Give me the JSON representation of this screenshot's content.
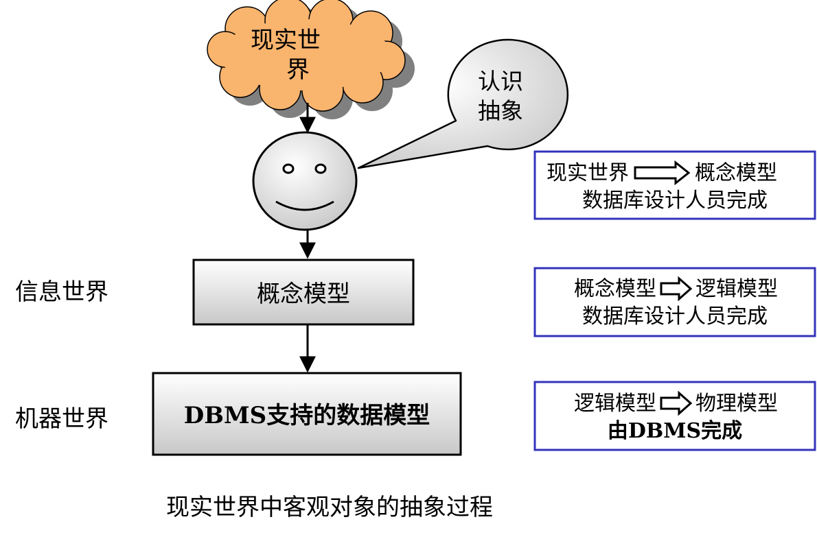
{
  "cloud": {
    "line1": "现实世",
    "line2": "界"
  },
  "bubble": {
    "line1": "认识",
    "line2": "抽象"
  },
  "boxes": {
    "concept": "概念模型",
    "dbms": "DBMS支持的数据模型"
  },
  "side_labels": {
    "info_world": "信息世界",
    "machine_world": "机器世界"
  },
  "notes": [
    {
      "from": "现实世界",
      "to": "概念模型",
      "line2": "数据库设计人员完成"
    },
    {
      "from": "概念模型",
      "to": "逻辑模型",
      "line2": "数据库设计人员完成"
    },
    {
      "from": "逻辑模型",
      "to": "物理模型",
      "line2": "由DBMS完成"
    }
  ],
  "caption": "现实世界中客观对象的抽象过程",
  "colors": {
    "cloud_fill": "#f9b46e",
    "note_border": "#3333bb",
    "box_gradient_top": "#ffffff",
    "box_gradient_bottom": "#c8c8c8",
    "shadow": "#808080"
  }
}
